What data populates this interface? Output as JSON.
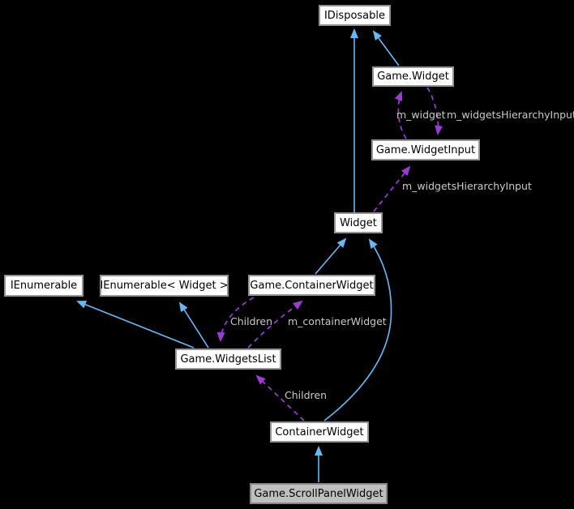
{
  "diagram": {
    "kind": "class-collaboration-graph",
    "colors": {
      "background": "#000000",
      "inheritance_edge": "#63b8f6",
      "usage_edge": "#9c3bd4",
      "edge_label_text": "#c9c9c9",
      "node_fill": "#ffffff",
      "node_border": "#949494",
      "node_text": "#000000",
      "focus_node_fill": "#bfbfbf"
    },
    "nodes": [
      {
        "label": "IDisposable"
      },
      {
        "label": "Game.Widget"
      },
      {
        "label": "Game.WidgetInput"
      },
      {
        "label": "Widget"
      },
      {
        "label": "IEnumerable"
      },
      {
        "label": "IEnumerable< Widget >"
      },
      {
        "label": "Game.ContainerWidget"
      },
      {
        "label": "Game.WidgetsList"
      },
      {
        "label": "ContainerWidget"
      },
      {
        "label": "Game.ScrollPanelWidget"
      }
    ],
    "edges": [
      {
        "from": "Game.Widget",
        "to": "IDisposable",
        "kind": "inheritance",
        "label": ""
      },
      {
        "from": "Widget",
        "to": "IDisposable",
        "kind": "inheritance",
        "label": ""
      },
      {
        "from": "Game.WidgetInput",
        "to": "Game.Widget",
        "kind": "usage",
        "label": "m_widget"
      },
      {
        "from": "Game.Widget",
        "to": "Game.WidgetInput",
        "kind": "usage",
        "label": "m_widgetsHierarchyInput"
      },
      {
        "from": "Widget",
        "to": "Game.WidgetInput",
        "kind": "usage",
        "label": "m_widgetsHierarchyInput"
      },
      {
        "from": "Game.ContainerWidget",
        "to": "Widget",
        "kind": "inheritance",
        "label": ""
      },
      {
        "from": "ContainerWidget",
        "to": "Widget",
        "kind": "inheritance",
        "label": ""
      },
      {
        "from": "Game.WidgetsList",
        "to": "IEnumerable",
        "kind": "inheritance",
        "label": ""
      },
      {
        "from": "Game.WidgetsList",
        "to": "IEnumerable< Widget >",
        "kind": "inheritance",
        "label": ""
      },
      {
        "from": "Game.ContainerWidget",
        "to": "Game.WidgetsList",
        "kind": "usage",
        "label": "Children"
      },
      {
        "from": "Game.WidgetsList",
        "to": "Game.ContainerWidget",
        "kind": "usage",
        "label": "m_containerWidget"
      },
      {
        "from": "ContainerWidget",
        "to": "Game.WidgetsList",
        "kind": "usage",
        "label": "Children"
      },
      {
        "from": "Game.ScrollPanelWidget",
        "to": "ContainerWidget",
        "kind": "inheritance",
        "label": ""
      }
    ]
  }
}
